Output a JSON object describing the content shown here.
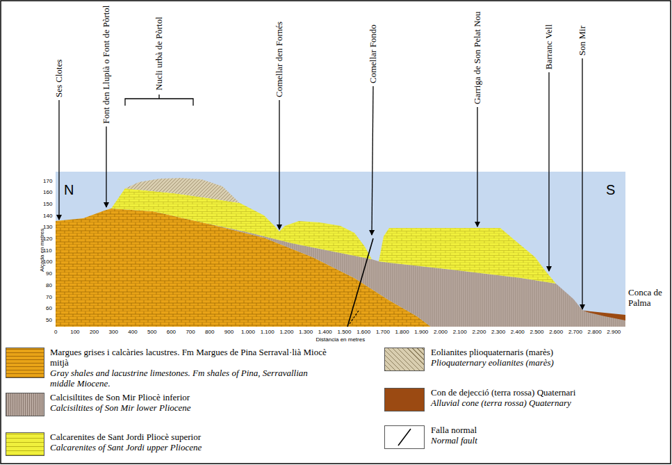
{
  "diagram": {
    "labels": [
      "Ses Clotes",
      "Font den Llupià o Font de Pòrtol",
      "Nucli urbà de Pòrtol",
      "Comellar den Fornés",
      "Comellar Fondo",
      "Garriga de Son Pelat Nou",
      "Barranc Vell",
      "Son Mir",
      "N",
      "S",
      "Conca de Palma",
      "Alçada en metres",
      "170",
      "160",
      "150",
      "140",
      "130",
      "120",
      "110",
      "100",
      "90",
      "80",
      "70",
      "60",
      "50",
      "0",
      "100",
      "200",
      "300",
      "400",
      "500",
      "600",
      "700",
      "800",
      "900",
      "1.000",
      "1.100",
      "1.200",
      "1.300",
      "1.400",
      "1.500",
      "1.600",
      "1.700",
      "1.800",
      "1.900",
      "2.000",
      "2.100",
      "2.200",
      "2.300",
      "2.400",
      "2.500",
      "2.600",
      "2.700",
      "2.800",
      "2.900",
      "Distància en metres",
      "Gray shales and lacustrine limestones. Fm shales of Pina, Serravallian middle Miocene.",
      "Calcisiltites of Son Mir lower Pliocene",
      "Calcarenites of Sant Jordi upper Pliocene",
      "Plioquaternary eolianites (marès)",
      "Alluvial cone (terra rossa) Quaternary",
      "Normal fault"
    ],
    "legend": [
      {
        "text": "Margues grises i calcàries lacustres. Fm Margues de Pina Serraval·lià Miocè mitjà",
        "color": "#e8a317"
      },
      {
        "text": "Calcisiltites de Son Mir Pliocè inferior",
        "color": "#b9a9a0"
      },
      {
        "text": "Calcarenites de Sant Jordi Pliocè superior",
        "color": "#f0f03c"
      },
      {
        "text": "Eolianites plioquaternaris (marès)",
        "color": "#d9ceb0"
      },
      {
        "text": "Con de dejecció (terra rossa) Quaternari",
        "color": "#9b4a12"
      },
      {
        "text": "Falla normal"
      }
    ]
  }
}
